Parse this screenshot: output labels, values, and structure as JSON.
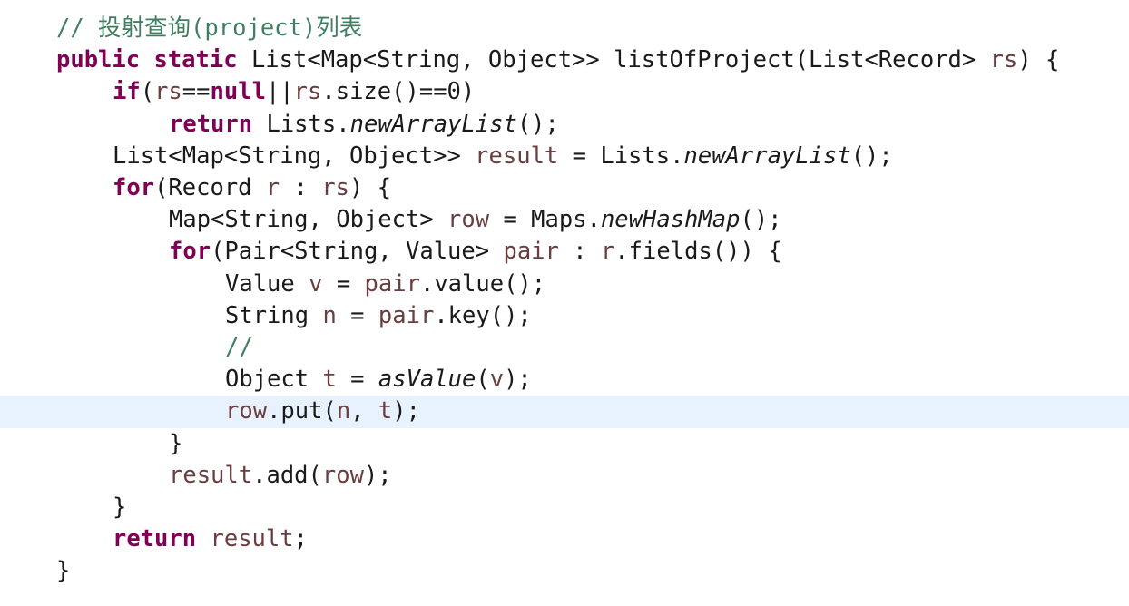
{
  "editor": {
    "highlighted_line": 12,
    "lines": [
      {
        "indent": 0,
        "tokens": [
          {
            "t": "// 投射查询(project)列表",
            "k": "cmt"
          }
        ]
      },
      {
        "indent": 0,
        "tokens": [
          {
            "t": "public static",
            "k": "kw"
          },
          {
            "t": " List<Map<String, Object>> listOfProject(List<Record> ",
            "k": "txt"
          },
          {
            "t": "rs",
            "k": "var"
          },
          {
            "t": ") {",
            "k": "txt"
          }
        ]
      },
      {
        "indent": 1,
        "tokens": [
          {
            "t": "if",
            "k": "kw"
          },
          {
            "t": "(",
            "k": "txt"
          },
          {
            "t": "rs",
            "k": "var"
          },
          {
            "t": "==",
            "k": "txt"
          },
          {
            "t": "null",
            "k": "kw"
          },
          {
            "t": "||",
            "k": "txt"
          },
          {
            "t": "rs",
            "k": "var"
          },
          {
            "t": ".size()==0)",
            "k": "txt"
          }
        ]
      },
      {
        "indent": 2,
        "tokens": [
          {
            "t": "return",
            "k": "kw"
          },
          {
            "t": " Lists.",
            "k": "txt"
          },
          {
            "t": "newArrayList",
            "k": "it"
          },
          {
            "t": "();",
            "k": "txt"
          }
        ]
      },
      {
        "indent": 1,
        "tokens": [
          {
            "t": "List<Map<String, Object>> ",
            "k": "txt"
          },
          {
            "t": "result",
            "k": "var"
          },
          {
            "t": " = Lists.",
            "k": "txt"
          },
          {
            "t": "newArrayList",
            "k": "it"
          },
          {
            "t": "();",
            "k": "txt"
          }
        ]
      },
      {
        "indent": 1,
        "tokens": [
          {
            "t": "for",
            "k": "kw"
          },
          {
            "t": "(Record ",
            "k": "txt"
          },
          {
            "t": "r",
            "k": "var"
          },
          {
            "t": " : ",
            "k": "txt"
          },
          {
            "t": "rs",
            "k": "var"
          },
          {
            "t": ") {",
            "k": "txt"
          }
        ]
      },
      {
        "indent": 2,
        "tokens": [
          {
            "t": "Map<String, Object> ",
            "k": "txt"
          },
          {
            "t": "row",
            "k": "var"
          },
          {
            "t": " = Maps.",
            "k": "txt"
          },
          {
            "t": "newHashMap",
            "k": "it"
          },
          {
            "t": "();",
            "k": "txt"
          }
        ]
      },
      {
        "indent": 2,
        "tokens": [
          {
            "t": "for",
            "k": "kw"
          },
          {
            "t": "(Pair<String, Value> ",
            "k": "txt"
          },
          {
            "t": "pair",
            "k": "var"
          },
          {
            "t": " : ",
            "k": "txt"
          },
          {
            "t": "r",
            "k": "var"
          },
          {
            "t": ".fields()) {",
            "k": "txt"
          }
        ]
      },
      {
        "indent": 3,
        "tokens": [
          {
            "t": "Value ",
            "k": "txt"
          },
          {
            "t": "v",
            "k": "var"
          },
          {
            "t": " = ",
            "k": "txt"
          },
          {
            "t": "pair",
            "k": "var"
          },
          {
            "t": ".value();",
            "k": "txt"
          }
        ]
      },
      {
        "indent": 3,
        "tokens": [
          {
            "t": "String ",
            "k": "txt"
          },
          {
            "t": "n",
            "k": "var"
          },
          {
            "t": " = ",
            "k": "txt"
          },
          {
            "t": "pair",
            "k": "var"
          },
          {
            "t": ".key();",
            "k": "txt"
          }
        ]
      },
      {
        "indent": 3,
        "tokens": [
          {
            "t": "//",
            "k": "cmt"
          }
        ]
      },
      {
        "indent": 3,
        "tokens": [
          {
            "t": "Object ",
            "k": "txt"
          },
          {
            "t": "t",
            "k": "var"
          },
          {
            "t": " = ",
            "k": "txt"
          },
          {
            "t": "asValue",
            "k": "it"
          },
          {
            "t": "(",
            "k": "txt"
          },
          {
            "t": "v",
            "k": "var"
          },
          {
            "t": ");",
            "k": "txt"
          }
        ]
      },
      {
        "indent": 3,
        "tokens": [
          {
            "t": "row",
            "k": "var"
          },
          {
            "t": ".put(",
            "k": "txt"
          },
          {
            "t": "n",
            "k": "var"
          },
          {
            "t": ", ",
            "k": "txt"
          },
          {
            "t": "t",
            "k": "var"
          },
          {
            "t": ");",
            "k": "txt"
          }
        ]
      },
      {
        "indent": 2,
        "tokens": [
          {
            "t": "}",
            "k": "txt"
          }
        ]
      },
      {
        "indent": 2,
        "tokens": [
          {
            "t": "result",
            "k": "var"
          },
          {
            "t": ".add(",
            "k": "txt"
          },
          {
            "t": "row",
            "k": "var"
          },
          {
            "t": ");",
            "k": "txt"
          }
        ]
      },
      {
        "indent": 1,
        "tokens": [
          {
            "t": "}",
            "k": "txt"
          }
        ]
      },
      {
        "indent": 1,
        "tokens": [
          {
            "t": "return",
            "k": "kw"
          },
          {
            "t": " ",
            "k": "txt"
          },
          {
            "t": "result",
            "k": "var"
          },
          {
            "t": ";",
            "k": "txt"
          }
        ]
      },
      {
        "indent": 0,
        "tokens": [
          {
            "t": "}",
            "k": "txt"
          }
        ]
      }
    ]
  }
}
